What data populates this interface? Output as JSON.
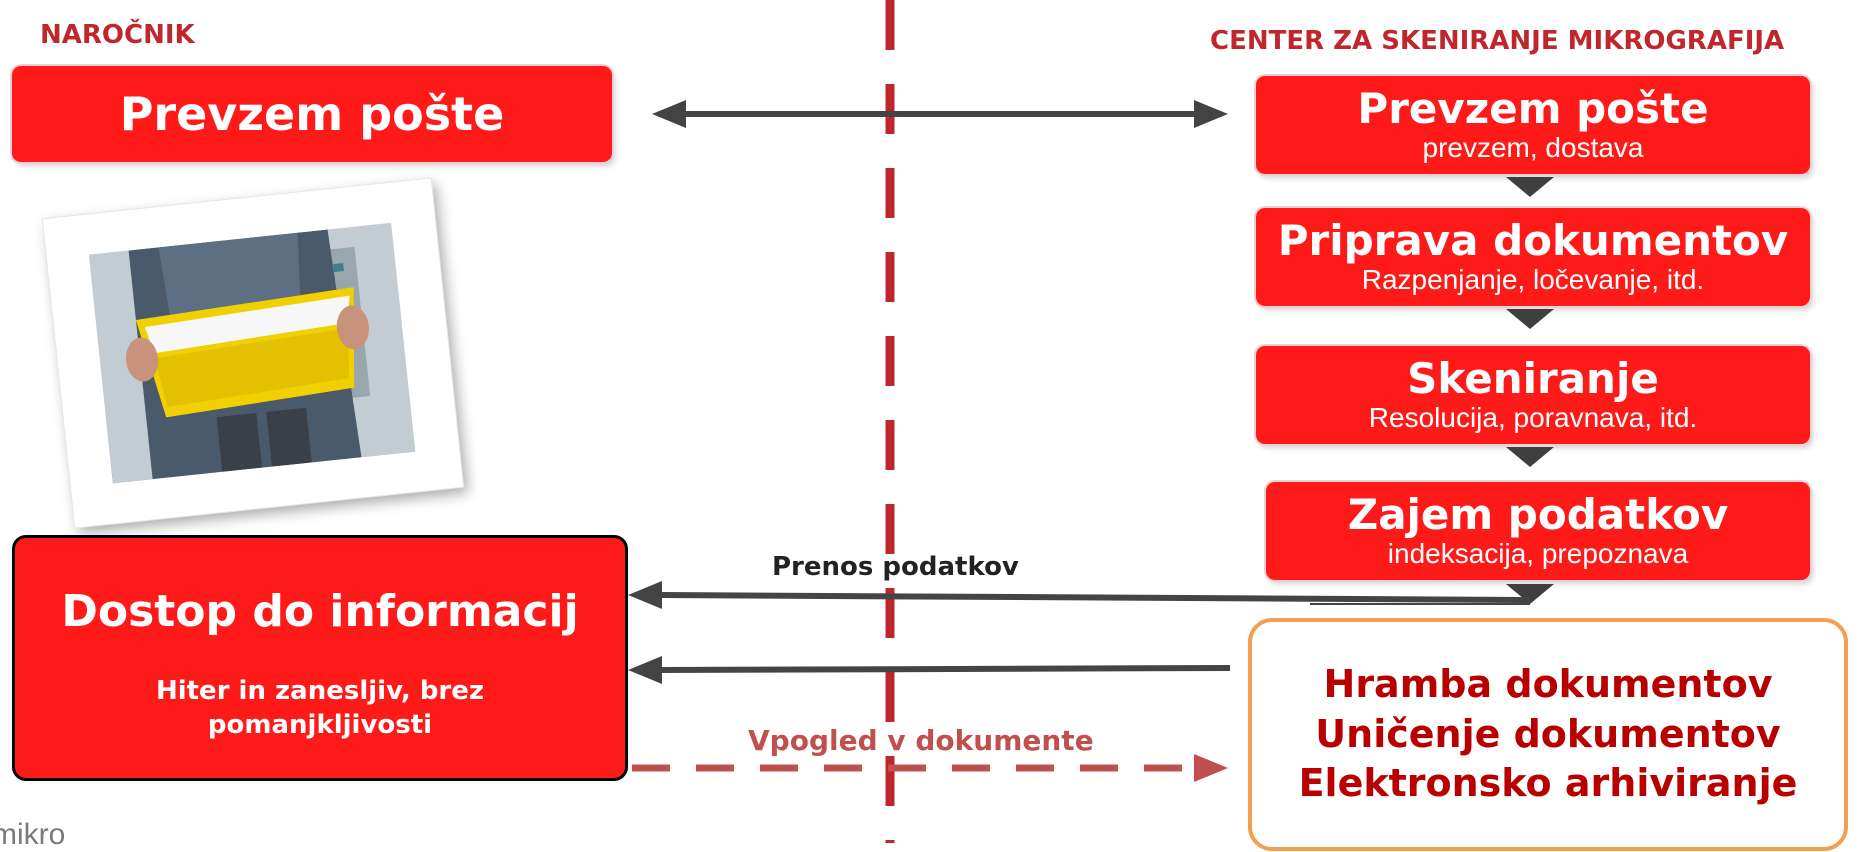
{
  "client": {
    "heading": "NAROČNIK",
    "pickup_box": {
      "title": "Prevzem pošte"
    },
    "info_box": {
      "title": "Dostop do informacij",
      "subtitle_line1": "Hiter in zanesljiv, brez",
      "subtitle_line2": "pomanjkljivosti"
    }
  },
  "center": {
    "heading": "CENTER ZA SKENIRANJE MIKROGRAFIJA",
    "steps": [
      {
        "title": "Prevzem pošte",
        "subtitle": "prevzem, dostava"
      },
      {
        "title": "Priprava dokumentov",
        "subtitle": "Razpenjanje, ločevanje, itd."
      },
      {
        "title": "Skeniranje",
        "subtitle": "Resolucija, poravnava, itd."
      },
      {
        "title": "Zajem podatkov",
        "subtitle": "indeksacija, prepoznava"
      }
    ],
    "storage_box": {
      "line1": "Hramba dokumentov",
      "line2": "Uničenje dokumentov",
      "line3": "Elektronsko arhiviranje"
    }
  },
  "arrows": {
    "data_transfer_label": "Prenos podatkov",
    "document_view_label": "Vpogled v dokumente"
  },
  "logo": {
    "text": "mikro"
  },
  "colors": {
    "box_red": "#ff1a1a",
    "heading_red": "#c0272d",
    "divider_red": "#c0272d",
    "arrow_gray": "#444444",
    "dashed_arrow_red": "#c0504d",
    "storage_border_orange": "#f0a050",
    "storage_text_red": "#b80000"
  }
}
